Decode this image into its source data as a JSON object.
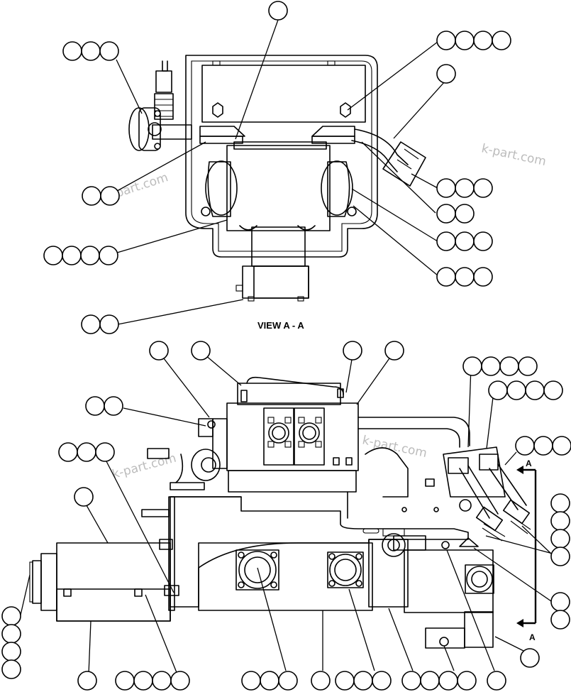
{
  "view_title": "VIEW A - A",
  "section_marker_top": "A",
  "section_marker_bottom": "A",
  "watermarks": [
    "k-part.com",
    "k-part.com",
    "k-part.com",
    "k-part.com"
  ],
  "colors": {
    "line": "#000000",
    "watermark": "#bcbcbc",
    "background": "#ffffff"
  }
}
